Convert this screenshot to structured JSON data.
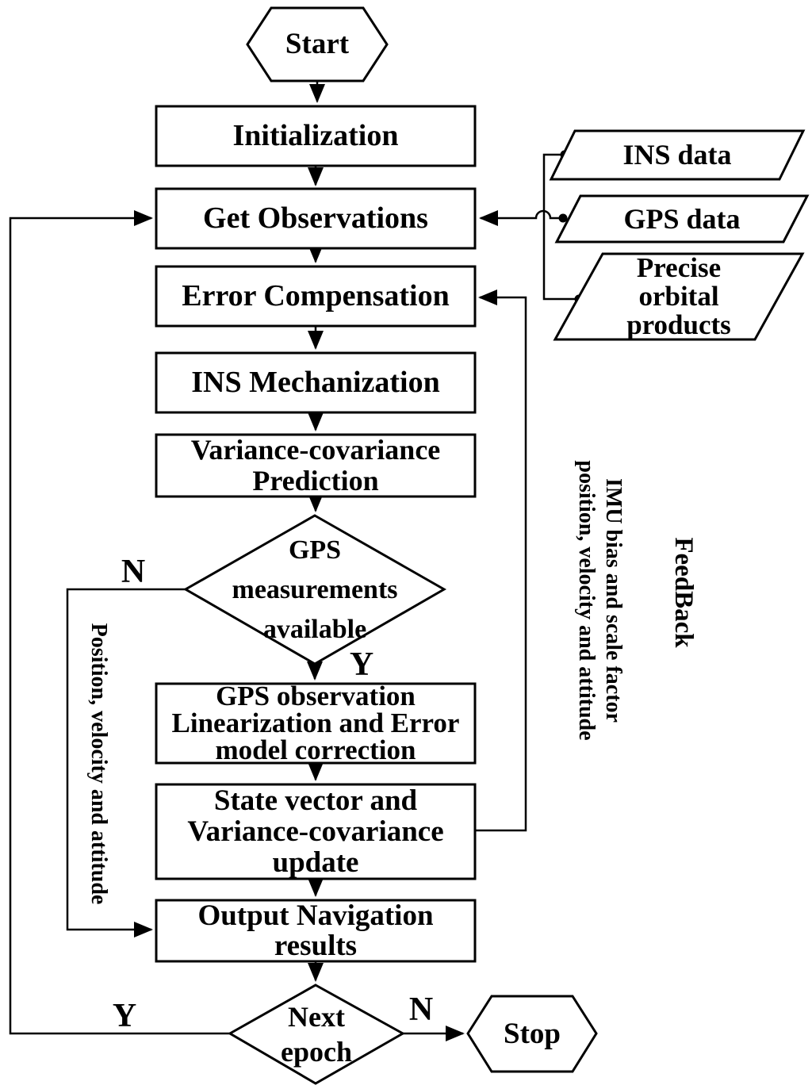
{
  "diagram": {
    "background_color": "#ffffff",
    "line_color": "#000000",
    "nodes": {
      "start": "Start",
      "initialization": "Initialization",
      "get_observations": "Get Observations",
      "error_compensation": "Error Compensation",
      "ins_mechanization": "INS Mechanization",
      "variance_prediction": "Variance-covariance\nPrediction",
      "gps_available": "GPS\nmeasurements\navailable",
      "gps_linearization": "GPS observation\nLinearization and Error\nmodel correction",
      "state_update": "State vector and\nVariance-covariance\nupdate",
      "output_results": "Output Navigation\nresults",
      "next_epoch": "Next\nepoch",
      "stop": "Stop"
    },
    "data_inputs": {
      "ins_data": "INS data",
      "gps_data": "GPS data",
      "precise_orbital": "Precise\norbital\nproducts"
    },
    "branch_labels": {
      "gps_no": "N",
      "gps_yes": "Y",
      "epoch_yes": "Y",
      "epoch_no": "N"
    },
    "annotations": {
      "position_feedback": "Position, velocity and attitude",
      "imu_feedback": "IMU bias and scale factor\nposition, velocity and attitude",
      "feedback_label": "FeedBack"
    }
  }
}
